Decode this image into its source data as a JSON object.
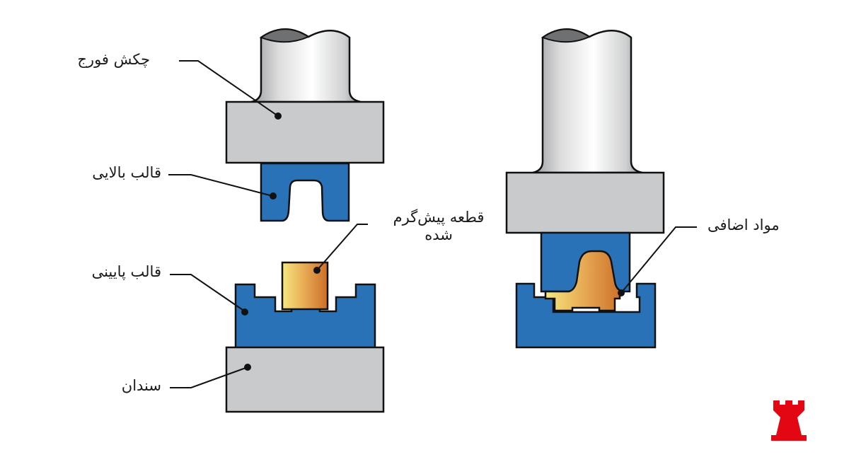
{
  "diagram": {
    "title": "Closed-die forging process",
    "left_stage": {
      "labels": {
        "hammer": "چکش فورج",
        "upper_die": "قالب بالایی",
        "workpiece_line1": "قطعه پیش‌گرم",
        "workpiece_line2": "شده",
        "lower_die": "قالب پایینی",
        "anvil": "سندان"
      }
    },
    "right_stage": {
      "labels": {
        "flash": "مواد اضافی"
      }
    },
    "colors": {
      "die_blue": "#2a72b8",
      "steel_gray": "#c9cacc",
      "outline": "#111111",
      "workpiece_light": "#f6e27a",
      "workpiece_dark": "#d0772c",
      "logo_red": "#e30613"
    },
    "logo": {
      "icon": "rook-icon"
    }
  }
}
